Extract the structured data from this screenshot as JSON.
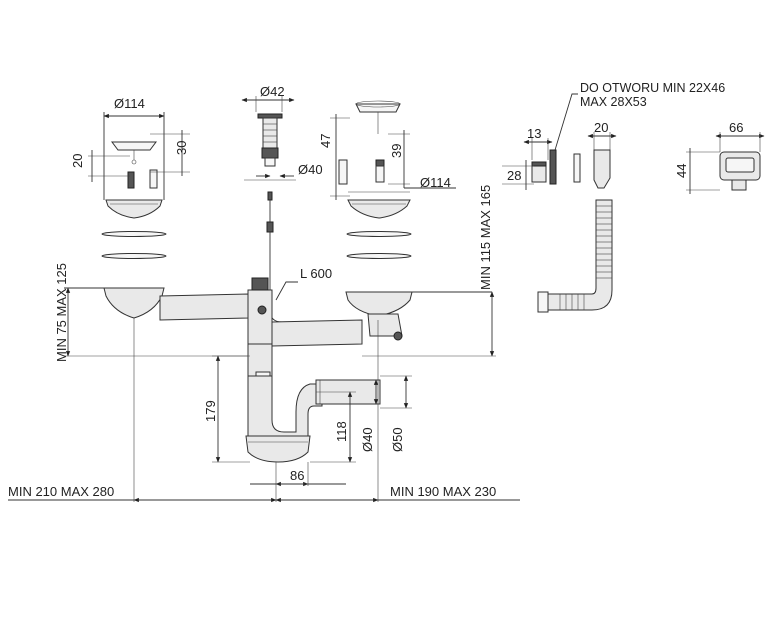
{
  "dimensions": {
    "basket_left_diameter": "Ø114",
    "basket_left_height_20": "20",
    "basket_left_height_30": "30",
    "popup_diameter_42": "Ø42",
    "popup_diameter_40": "Ø40",
    "basket_right_height_47": "47",
    "basket_right_height_39": "39",
    "basket_right_diameter": "Ø114",
    "overflow_note_line1": "DO OTWORU MIN 22X46",
    "overflow_note_line2": "MAX 28X53",
    "overflow_w13": "13",
    "overflow_h28": "28",
    "overflow_w20": "20",
    "overflow_w66": "66",
    "overflow_h44": "44",
    "cable_length": "L 600",
    "left_height_range": "MIN 75 MAX 125",
    "right_height_range": "MIN 115 MAX 165",
    "trap_height_179": "179",
    "trap_height_118": "118",
    "outlet_diameter_40": "Ø40",
    "outlet_diameter_50": "Ø50",
    "trap_offset_86": "86",
    "left_width_range": "MIN 210 MAX 280",
    "right_width_range": "MIN 190 MAX 230"
  }
}
